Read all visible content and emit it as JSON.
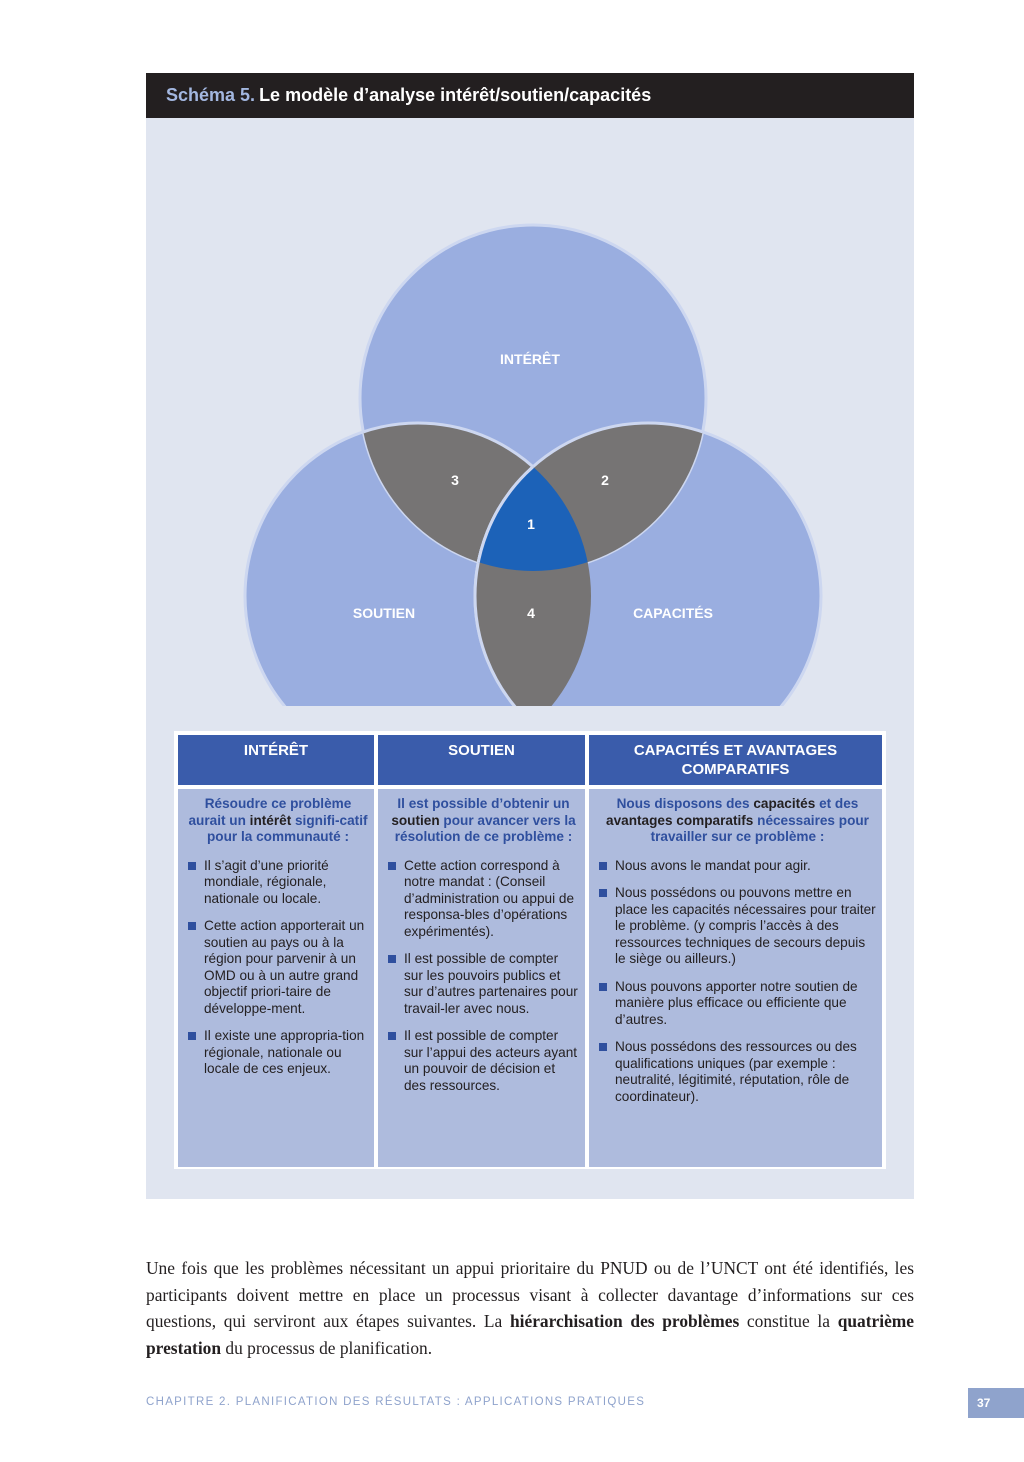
{
  "figure": {
    "label": "Schéma 5.",
    "title": "Le modèle d’analyse intérêt/soutien/capacités",
    "colors": {
      "circle": "#9aaee0",
      "overlap": "#767474",
      "center": "#1c62b8",
      "header": "#231f20",
      "background": "#e0e5f0"
    },
    "venn": {
      "circles": {
        "top": "INTÉRÊT",
        "left": "SOUTIEN",
        "right": "CAPACITÉS"
      },
      "regions": {
        "r1": "1",
        "r2": "2",
        "r3": "3",
        "r4": "4"
      }
    },
    "table": {
      "columns": [
        {
          "header": "INTÉRÊT",
          "intro": {
            "before": "Résoudre ce problème aurait un ",
            "k1": "intérêt",
            "middle": " signifi-catif pour la communauté :",
            "k2": "",
            "after": ""
          },
          "items": [
            "Il s’agit d’une priorité mondiale, régionale, nationale ou locale.",
            "Cette action apporterait un soutien au pays ou à la région pour parvenir à un OMD ou à un autre grand objectif priori-taire de développe-ment.",
            "Il existe une appropria-tion régionale, nationale ou locale de ces enjeux."
          ]
        },
        {
          "header": "SOUTIEN",
          "intro": {
            "before": "Il est possible d’obtenir un ",
            "k1": "soutien",
            "middle": " pour avancer vers la résolution de ce problème :",
            "k2": "",
            "after": ""
          },
          "items": [
            "Cette action correspond à notre mandat : (Conseil d’administration ou appui de responsa-bles d’opérations expérimentés).",
            "Il est possible de compter sur les pouvoirs publics et sur d’autres partenaires pour travail-ler avec nous.",
            "Il est possible de compter sur l’appui des acteurs ayant un pouvoir de décision et des ressources."
          ]
        },
        {
          "header": "CAPACITÉS ET AVANTAGES COMPARATIFS",
          "intro": {
            "before": "Nous disposons des ",
            "k1": "capacités",
            "middle": " et des ",
            "k2": "avantages comparatifs",
            "after": " nécessaires pour travailler sur ce problème :"
          },
          "items": [
            "Nous avons le mandat pour agir.",
            "Nous possédons ou pouvons mettre en place les capacités nécessaires pour traiter le problème. (y compris l’accès à des ressources techniques de secours depuis le siège ou ailleurs.)",
            "Nous pouvons apporter notre soutien de manière plus efficace ou efficiente que d’autres.",
            "Nous possédons des ressources ou des qualifications uniques (par exemple : neutralité, légitimité, réputation, rôle de coordinateur)."
          ]
        }
      ]
    }
  },
  "paragraph": {
    "t1": "Une fois que les problèmes nécessitant un appui prioritaire du PNUD ou de l’UNCT ont été identifiés, les participants doivent mettre en place un processus visant à collecter davantage d’informations sur ces questions, qui serviront aux étapes suivantes. La ",
    "b1": "hiérarchisation des problèmes",
    "t2": " constitue la ",
    "b2": "quatrième prestation",
    "t3": " du processus de planification."
  },
  "footer": {
    "chapter": "CHAPITRE 2. PLANIFICATION DES RÉSULTATS : APPLICATIONS PRATIQUES",
    "page": "37"
  }
}
